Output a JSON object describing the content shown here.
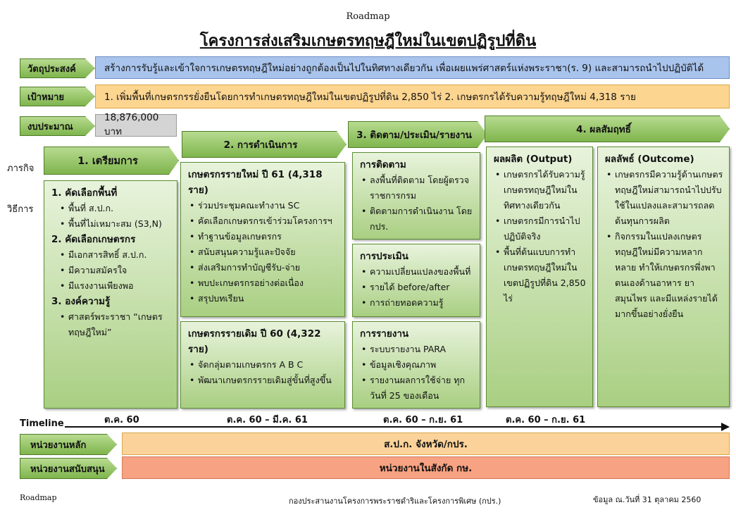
{
  "header": {
    "label": "Roadmap",
    "title": "โครงการส่งเสริมเกษตรทฤษฎีใหม่ในเขตปฏิรูปที่ดิน"
  },
  "rows": {
    "objective_label": "วัตถุประสงค์",
    "objective_text": "สร้างการรับรู้และเข้าใจการเกษตรทฤษฎีใหม่อย่างถูกต้องเป็นไปในทิศทางเดียวกัน เพื่อเผยแพร่ศาสตร์แห่งพระราชา(ร. 9) และสามารถนำไปปฏิบัติได้",
    "target_label": "เป้าหมาย",
    "target_text": "1. เพิ่มพื้นที่เกษตรกรรยั่งยืนโดยการทำเกษตรทฤษฎีใหม่ในเขตปฏิรูปที่ดิน 2,850 ไร่  2. เกษตรกรได้รับความรู้ทฤษฎีใหม่ 4,318 ราย",
    "budget_label": "งบประมาณ",
    "budget_text": "18,876,000 บาท"
  },
  "side": {
    "mission": "ภารกิจ",
    "method": "วิธีการ"
  },
  "phases": {
    "p1": "1. เตรียมการ",
    "p2": "2. การดำเนินการ",
    "p3": "3. ติดตาม/ประเมิน/รายงาน",
    "p4": "4. ผลสัมฤทธิ์"
  },
  "prep": {
    "h1": "1. คัดเลือกพื้นที่",
    "h1_items": [
      "พื้นที่ ส.ป.ก.",
      "พื้นที่ไม่เหมาะสม (S3,N)"
    ],
    "h2": "2. คัดเลือกเกษตรกร",
    "h2_items": [
      "มีเอกสารสิทธิ์ ส.ป.ก.",
      "มีความสมัครใจ",
      "มีแรงงานเพียงพอ"
    ],
    "h3": "3. องค์ความรู้",
    "h3_items": [
      "ศาสตร์พระราชา “เกษตรทฤษฎีใหม่”"
    ]
  },
  "ops_new": {
    "title": "เกษตรกรรายใหม่ ปี 61 (4,318 ราย)",
    "items": [
      "ร่วมประชุมคณะทำงาน SC",
      "คัดเลือกเกษตรกรเข้าร่วมโครงการฯ",
      "ทำฐานข้อมูลเกษตรกร",
      "สนับสนุนความรู้และปัจจัย",
      "ส่งเสริมการทำบัญชีรับ-จ่าย",
      "พบปะเกษตรกรอย่างต่อเนื่อง",
      "สรุปบทเรียน"
    ]
  },
  "ops_old": {
    "title": "เกษตรกรรายเดิม ปี 60 (4,322 ราย)",
    "items": [
      "จัดกลุ่มตามเกษตรกร A B C",
      "พัฒนาเกษตรกรรายเดิมสู่ขั้นที่สูงขึ้น"
    ]
  },
  "monitor": {
    "title": "การติดตาม",
    "items": [
      "ลงพื้นที่ติดตาม โดยผู้ตรวจราชการกรม",
      "ติดตามการดำเนินงาน โดย กปร."
    ]
  },
  "evaluate": {
    "title": "การประเมิน",
    "items": [
      "ความเปลี่ยนแปลงของพื้นที่",
      "รายได้ before/after",
      "การถ่ายทอดความรู้"
    ]
  },
  "report": {
    "title": "การรายงาน",
    "items": [
      "ระบบรายงาน PARA",
      "ข้อมูลเชิงคุณภาพ",
      "รายงานผลการใช้จ่าย ทุกวันที่ 25 ของเดือน"
    ]
  },
  "output": {
    "title": "ผลผลิต (Output)",
    "items": [
      "เกษตรกรได้รับความรู้เกษตรทฤษฎีใหม่ในทิศทางเดียวกัน",
      "เกษตรกรมีการนำไปปฏิบัติจริง",
      "พื้นที่ต้นแบบการทำเกษตรทฤษฎีใหม่ในเขตปฏิรูปที่ดิน 2,850 ไร่"
    ]
  },
  "outcome": {
    "title": "ผลลัพธ์ (Outcome)",
    "items": [
      "เกษตรกรมีความรู้ด้านเกษตรทฤษฎีใหม่สามารถนำไปปรับใช้ในแปลงและสามารถลดต้นทุนการผลิต",
      "กิจกรรมในแปลงเกษตรทฤษฎีใหม่มีความหลากหลาย ทำให้เกษตรกรพึ่งพาตนเองด้านอาหาร ยาสมุนไพร และมีแหล่งรายได้มากขึ้นอย่างยั่งยืน"
    ]
  },
  "timeline": {
    "label": "Timeline",
    "t1": "ต.ค. 60",
    "t2": "ต.ค. 60 – มี.ค. 61",
    "t3": "ต.ค. 60 – ก.ย. 61",
    "t4": "ต.ค. 60 – ก.ย. 61"
  },
  "units": {
    "main_label": "หน่วยงานหลัก",
    "main_text": "ส.ป.ก. จังหวัด/กปร.",
    "support_label": "หน่วยงานสนับสนุน",
    "support_text": "หน่วยงานในสังกัด กษ."
  },
  "footer": {
    "left": "Roadmap",
    "center": "กองประสานงานโครงการพระราชดำริและโครงการพิเศษ (กปร.)",
    "right": "ข้อมูล ณ.วันที่ 31 ตุลาคม 2560"
  }
}
